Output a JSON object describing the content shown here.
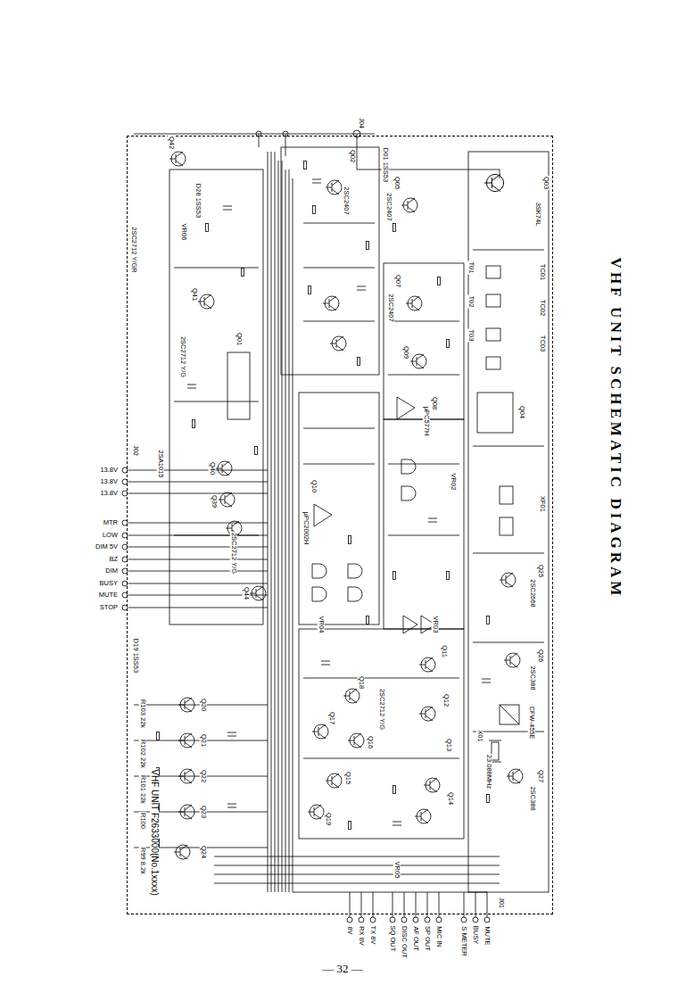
{
  "diagram": {
    "title": "VHF UNIT SCHEMATIC DIAGRAM",
    "nodes": [
      {
        "text": [
          "VHF UNIT F2633000(No.1xxxx)"
        ]
      }
    ],
    "labels": [
      "Q42",
      "2SC2712 Y/GR",
      "D28 1SS53",
      "VR06",
      "J04",
      "D01 1SS53",
      "Q02",
      "2SC2407",
      "Q05",
      "2SC2407",
      "Q03",
      "3SK74L",
      "T01",
      "T02",
      "T03",
      "TC01",
      "TC02",
      "TC03",
      "Q04",
      "Q07",
      "2SC2407",
      "Q09",
      "Q08",
      "µPC577H",
      "Q41",
      "2SC2712 Y/G",
      "Q01",
      "Q40",
      "Q39",
      "2SA1015",
      "Q44",
      "2SC2712 Y/G",
      "Q10",
      "µPC2002H",
      "VR02",
      "XF01",
      "Q25",
      "2SC2668",
      "VR04",
      "VR03",
      "Q26",
      "2SC388",
      "CFW-455E",
      "X01",
      "23.088MHz",
      "Q27",
      "2SC388",
      "Q11",
      "Q12",
      "Q13",
      "Q14",
      "Q18",
      "Q17",
      "Q16",
      "Q15",
      "Q19",
      "2SC2712 Y/G",
      "VR05",
      "Q20",
      "Q21",
      "Q22",
      "Q23",
      "Q24",
      "R103 22k",
      "R102 22k",
      "R101 22k",
      "R100",
      "R99 8.2k",
      "J02",
      "13.8V",
      "13.8V",
      "13.8V",
      "MTR",
      "LOW",
      "DIM 5V",
      "BZ",
      "DIM",
      "BUSY",
      "MUTE",
      "STOP",
      "D19 1SS53",
      "J01",
      "8V",
      "RX 8V",
      "TX 8V",
      "SQ OUT",
      "DISC OUT",
      "AF OUT",
      "SP OUT",
      "MIC IN",
      "S METER",
      "BUSY",
      "MUTE",
      "— 32 —"
    ]
  }
}
